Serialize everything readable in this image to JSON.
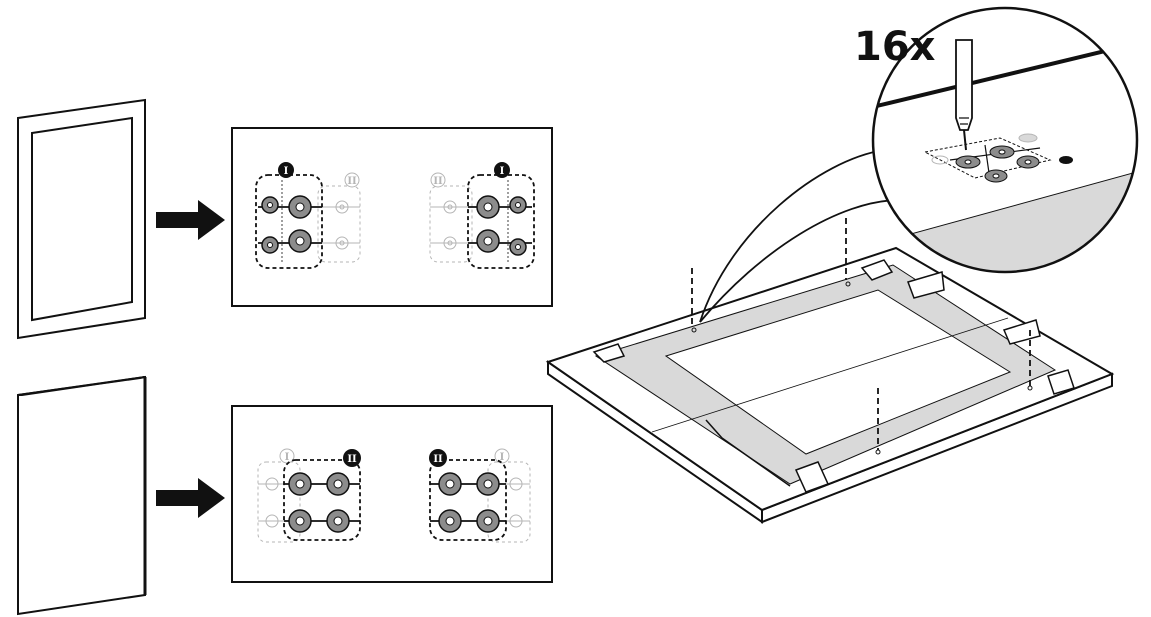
{
  "diagram": {
    "quantity_label": "16x",
    "roman_one": "I",
    "roman_two": "II",
    "colors": {
      "line": "#111111",
      "fill_gray": "#d9d9d9",
      "hole_gray": "#8c8c8c",
      "faint": "#b5b5b5"
    }
  }
}
